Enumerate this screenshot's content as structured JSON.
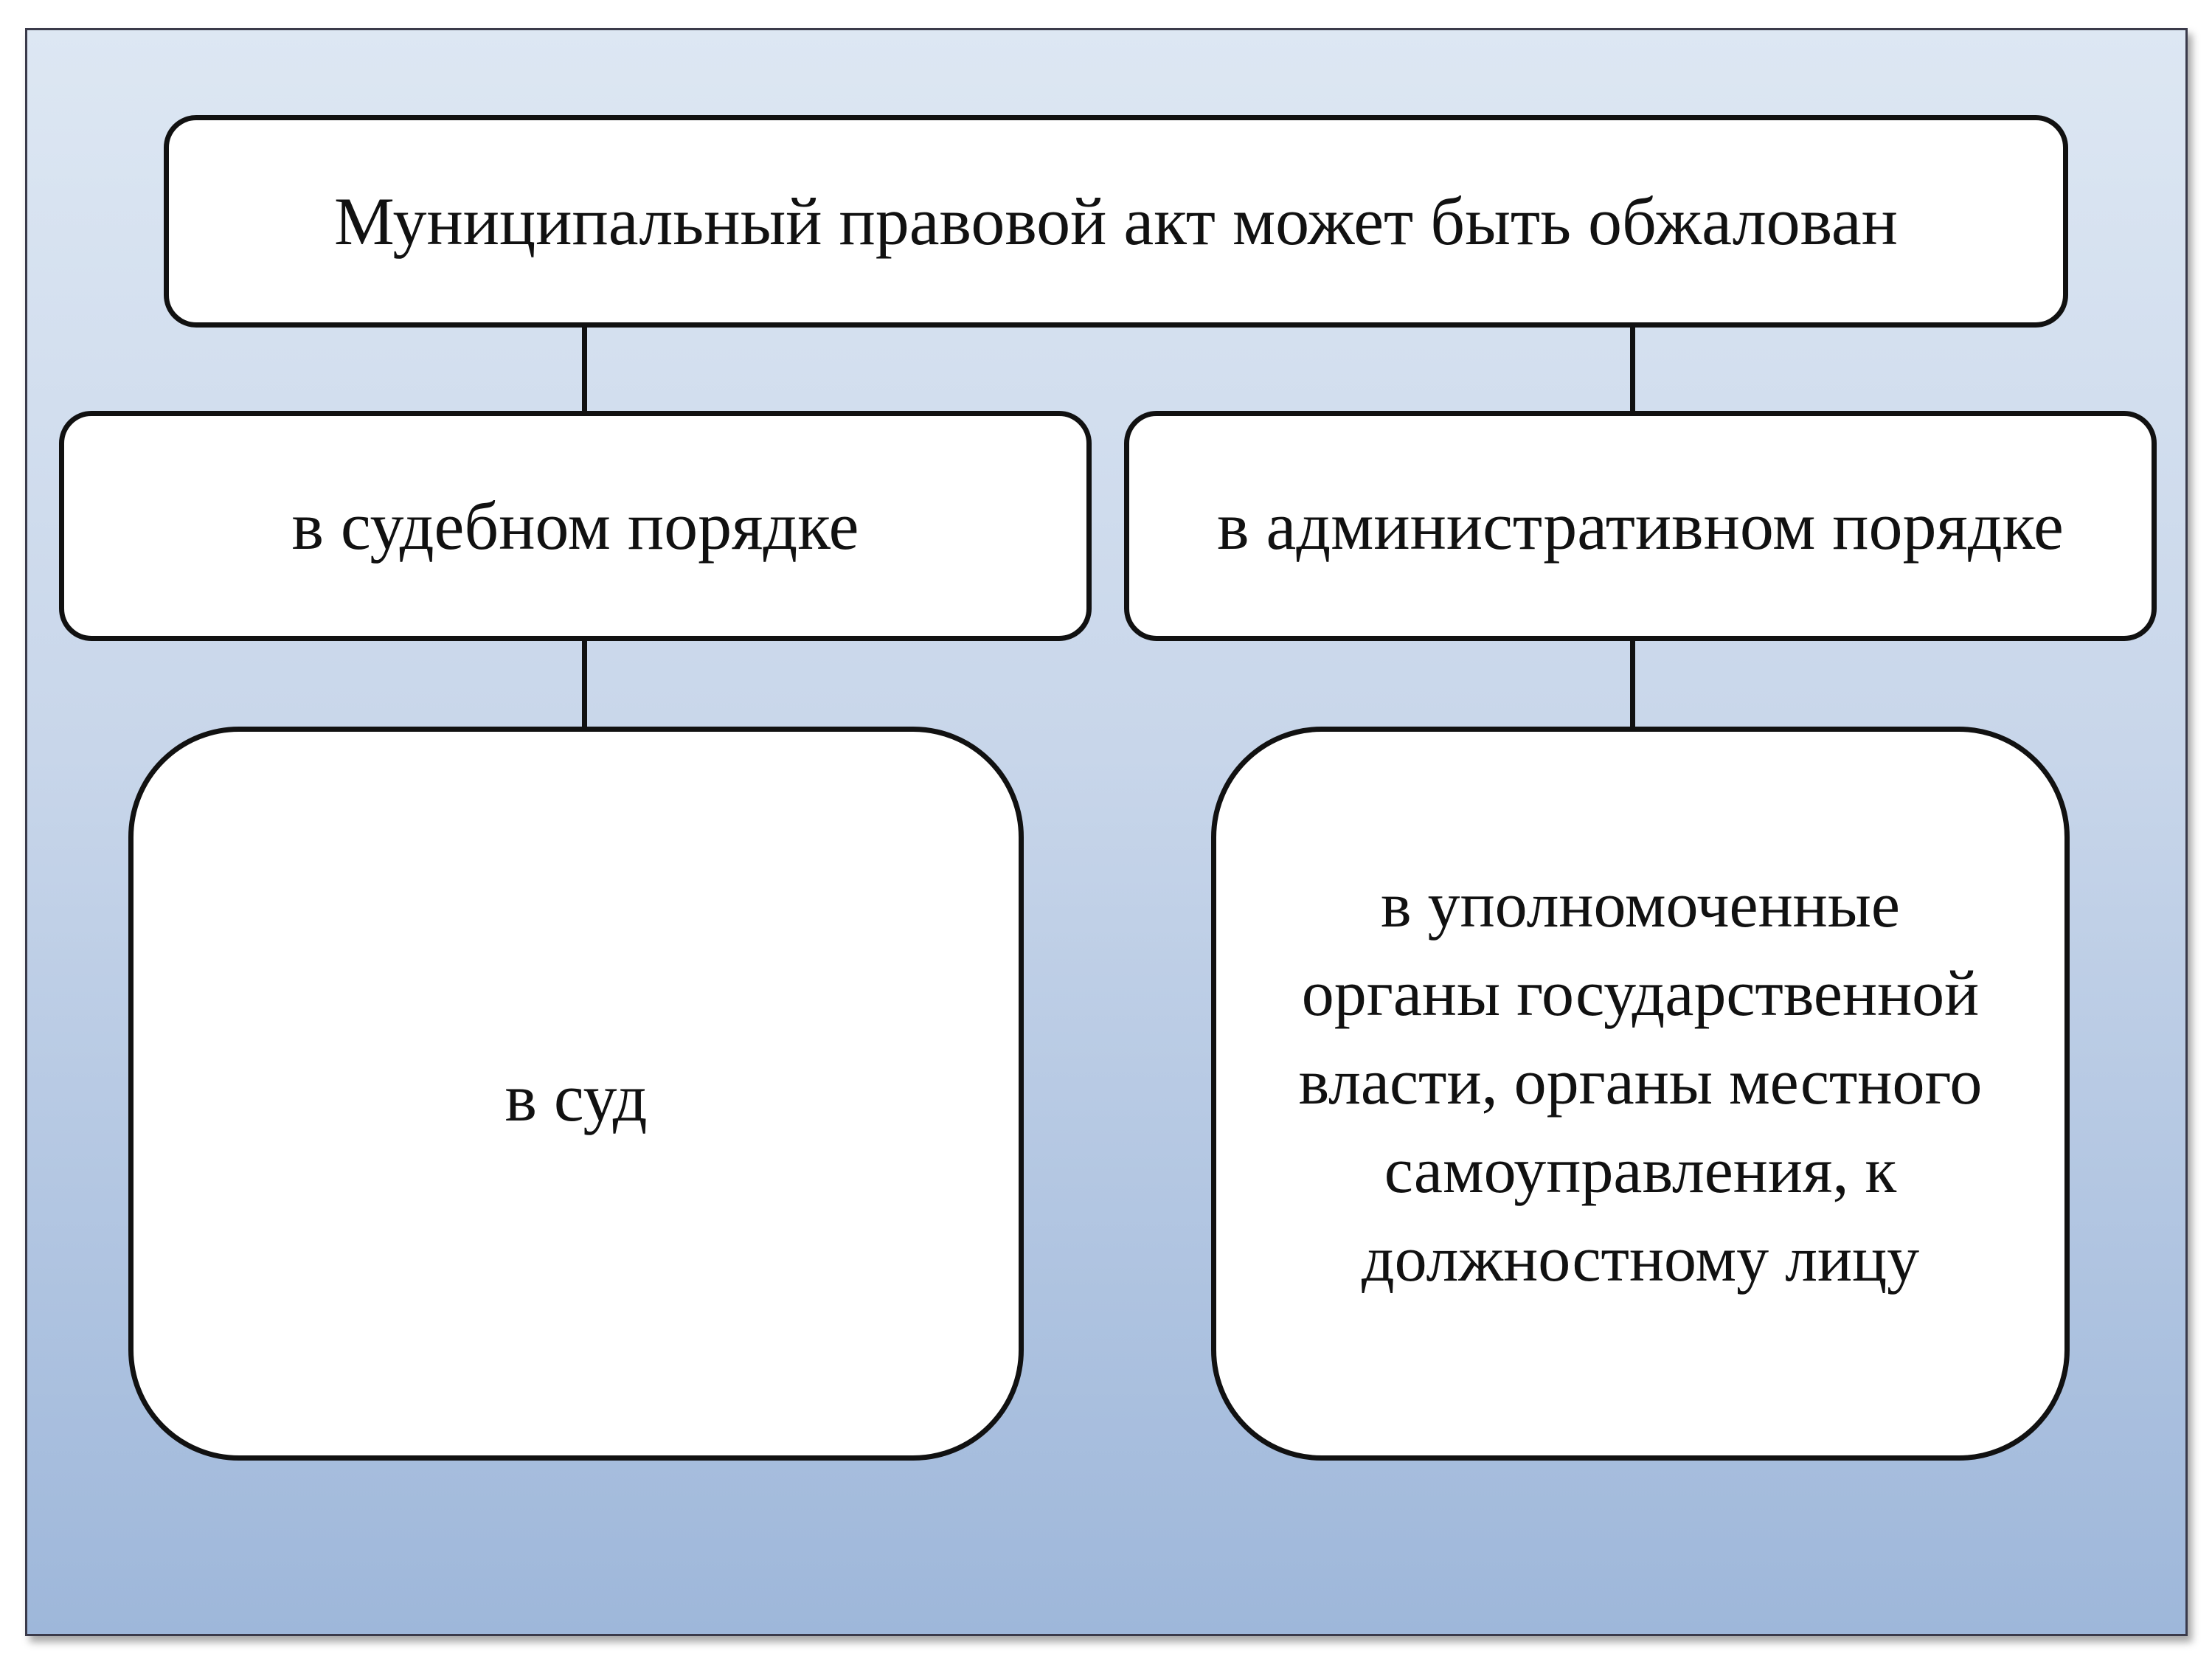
{
  "diagram": {
    "root": {
      "label": "Муниципальный правовой акт может быть обжалован"
    },
    "branches": [
      {
        "label": "в судебном порядке",
        "target": "в суд"
      },
      {
        "label": "в административном порядке",
        "target": "в уполномоченные органы государственной власти, органы местного самоуправления, к должностному лицу"
      }
    ]
  }
}
